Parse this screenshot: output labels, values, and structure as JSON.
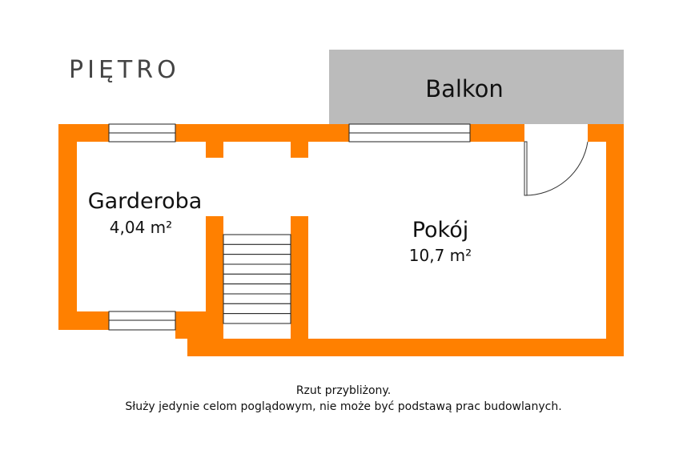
{
  "floor_title": "PIĘTRO",
  "colors": {
    "wall": "#ff8000",
    "balcony": "#bbbbbb",
    "line": "#222222"
  },
  "rooms": [
    {
      "name": "Garderoba",
      "area": "4,04 m²"
    },
    {
      "name": "Pokój",
      "area": "10,7 m²"
    },
    {
      "name": "Balkon"
    }
  ],
  "footer": {
    "line1": "Rzut przybliżony.",
    "line2": "Służy jedynie celom poglądowym, nie może być podstawą prac budowlanych."
  }
}
